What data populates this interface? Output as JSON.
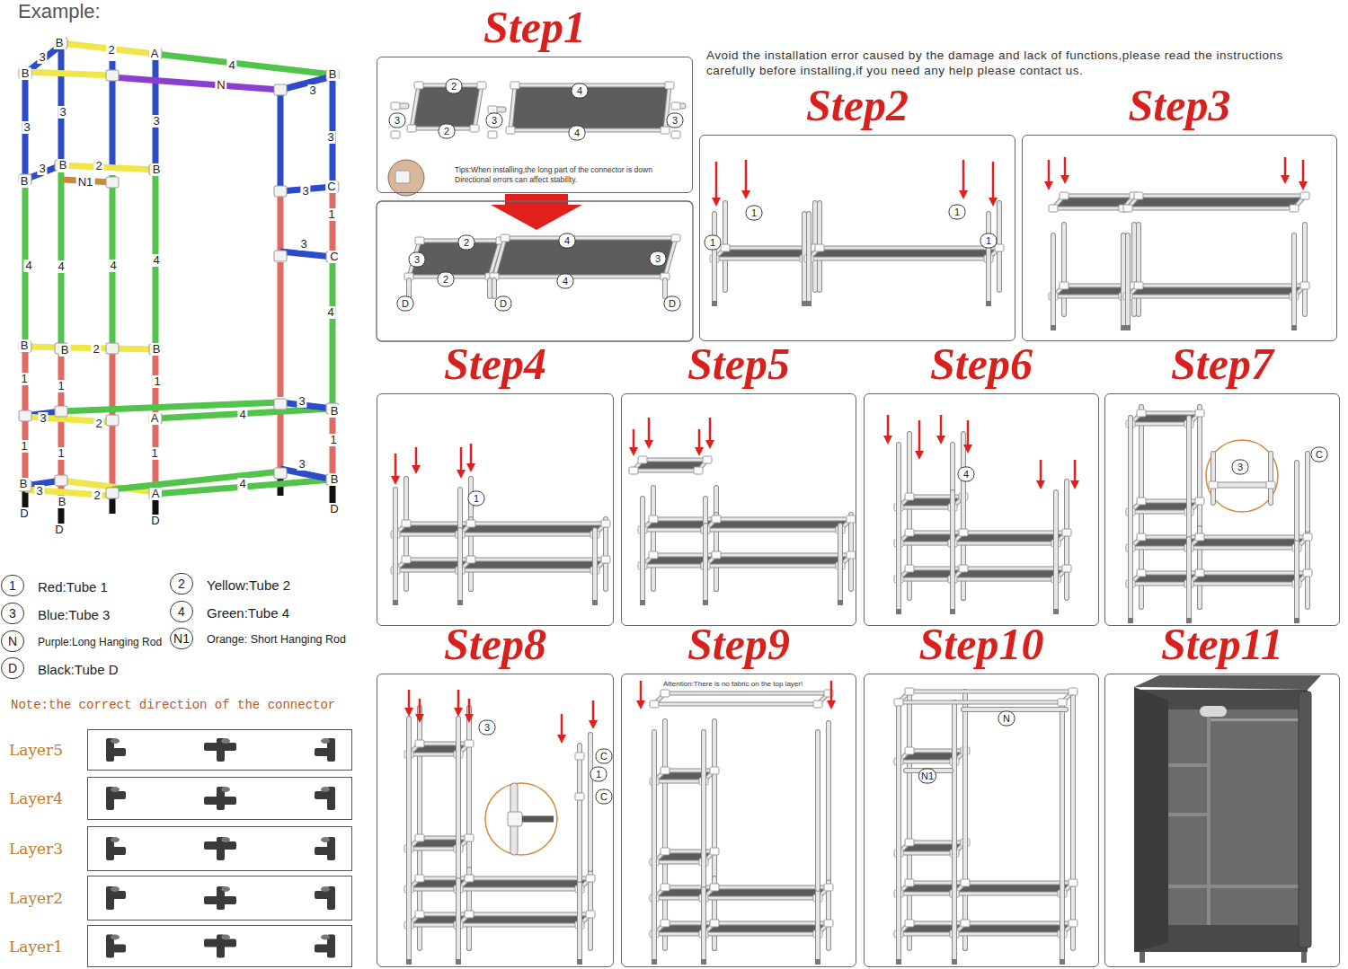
{
  "diagram": {
    "title": "Example:",
    "nodes": [
      {
        "text": [
          "Step1",
          "Tips:When installing,the long part of the connector is down Directional errors can affect stabillty."
        ]
      },
      {
        "text": [
          "Step2"
        ]
      },
      {
        "text": [
          "Step3"
        ]
      },
      {
        "text": [
          "Step4"
        ]
      },
      {
        "text": [
          "Step5"
        ]
      },
      {
        "text": [
          "Step6"
        ]
      },
      {
        "text": [
          "Step7"
        ]
      },
      {
        "text": [
          "Step8"
        ]
      },
      {
        "text": [
          "Step9",
          "Attention:There is no fabric on the top layer!"
        ]
      },
      {
        "text": [
          "Step10"
        ]
      },
      {
        "text": [
          "Step11"
        ]
      },
      {
        "text": [
          "Layer5"
        ]
      },
      {
        "text": [
          "Layer4"
        ]
      },
      {
        "text": [
          "Layer3"
        ]
      },
      {
        "text": [
          "Layer2"
        ]
      },
      {
        "text": [
          "Layer1"
        ]
      }
    ],
    "edges": [],
    "labels": [
      "Avoid the installation error caused by the damage and lack of functions,please read the instructions carefully before installing,if you need any help please contact us.",
      "B",
      "2",
      "A",
      "4",
      "3",
      "B",
      "N",
      "B",
      "3",
      "3",
      "3",
      "3",
      "3",
      "3",
      "B",
      "2",
      "B",
      "B",
      "N1",
      "3",
      "C",
      "1",
      "3",
      "C",
      "4",
      "4",
      "4",
      "4",
      "4",
      "B",
      "B",
      "2",
      "B",
      "1",
      "1",
      "1",
      "3",
      "B",
      "3",
      "2",
      "A",
      "4",
      "1",
      "1",
      "1",
      "1",
      "3",
      "B",
      "2",
      "B",
      "3",
      "B",
      "A",
      "4",
      "D",
      "D",
      "D",
      "D",
      "1",
      "2",
      "3",
      "4",
      "N",
      "N1",
      "D",
      "Note:the correct direction of the connector",
      "2",
      "3",
      "2",
      "4",
      "3",
      "3",
      "4",
      "2",
      "4",
      "3",
      "2",
      "3",
      "4",
      "D",
      "D",
      "D",
      "1",
      "1",
      "1",
      "1",
      "1",
      "4",
      "3",
      "C",
      "3",
      "C",
      "1",
      "C",
      "N",
      "N1"
    ],
    "legend": [
      {
        "text": "Red:Tube 1"
      },
      {
        "text": "Yellow:Tube 2"
      },
      {
        "text": "Blue:Tube 3"
      },
      {
        "text": "Green:Tube 4"
      },
      {
        "text": "Purple:Long Hanging Rod"
      },
      {
        "text": "Orange: Short Hanging Rod"
      },
      {
        "text": "Black:Tube D"
      }
    ]
  }
}
